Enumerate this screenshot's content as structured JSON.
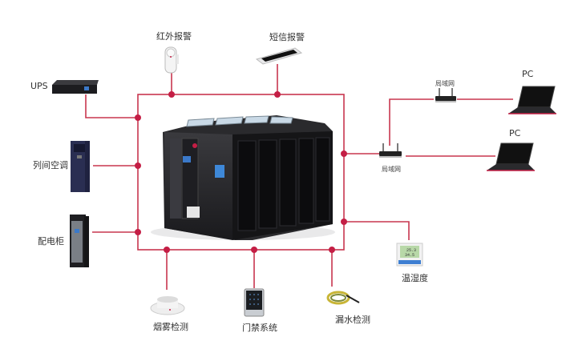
{
  "colors": {
    "wire": "#c8364f",
    "node": "#c41e45",
    "device_dark": "#1e1e22"
  },
  "devices": {
    "infrared_alarm": "红外报警",
    "sms_alarm": "短信报警",
    "ups": "UPS",
    "row_ac": "列间空调",
    "pdu_cabinet": "配电柜",
    "smoke_detector": "烟雾检测",
    "access_control": "门禁系统",
    "water_leak": "漏水检测",
    "temp_humidity": "温湿度",
    "lan_top": "局域网",
    "lan_main": "局域网",
    "pc_top": "PC",
    "pc_bottom": "PC"
  },
  "sensor_display": {
    "temperature": "25.3",
    "humidity": "34.5"
  }
}
